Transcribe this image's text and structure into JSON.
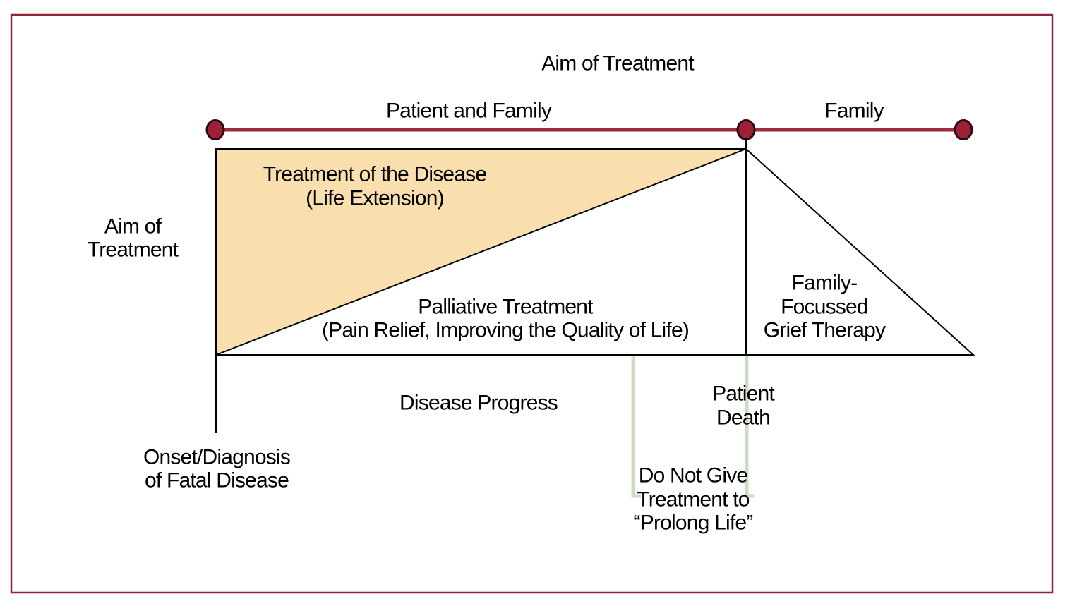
{
  "figure": {
    "title": "Aim of Treatment"
  },
  "timeline": {
    "label_left": "Patient and Family",
    "label_right": "Family"
  },
  "zones": {
    "curative_line1": "Treatment of the Disease",
    "curative_line2": "(Life Extension)",
    "palliative_line1": "Palliative Treatment",
    "palliative_line2": "(Pain Relief, Improving the Quality of Life)",
    "grief_line1": "Family-",
    "grief_line2": "Focussed",
    "grief_line3": "Grief Therapy"
  },
  "axes": {
    "y_line1": "Aim of",
    "y_line2": "Treatment",
    "x_label": "Disease Progress",
    "onset_line1": "Onset/Diagnosis",
    "onset_line2": "of Fatal Disease",
    "death_line1": "Patient",
    "death_line2": "Death",
    "dng_line1": "Do Not Give",
    "dng_line2": "Treatment to",
    "dng_line3": "“Prolong Life”"
  },
  "colors": {
    "frame": "#8e2638",
    "timeline": "#9e2b3d",
    "dot_fill": "#9c2134",
    "dot_stroke": "#2d0a12",
    "curative_fill": "#f9dfae",
    "bracket_green": "#cbdec4",
    "line_black": "#000000"
  }
}
